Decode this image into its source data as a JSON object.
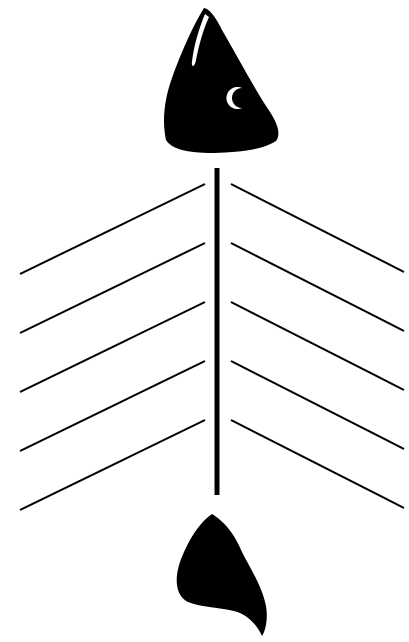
{
  "diagram": {
    "type": "fishbone",
    "bones_per_side": 5,
    "parts": [
      "head",
      "spine",
      "bones-left",
      "bones-right",
      "tail"
    ],
    "colors": {
      "fill": "#000000",
      "background": "#ffffff",
      "eye_highlight": "#ffffff"
    }
  }
}
